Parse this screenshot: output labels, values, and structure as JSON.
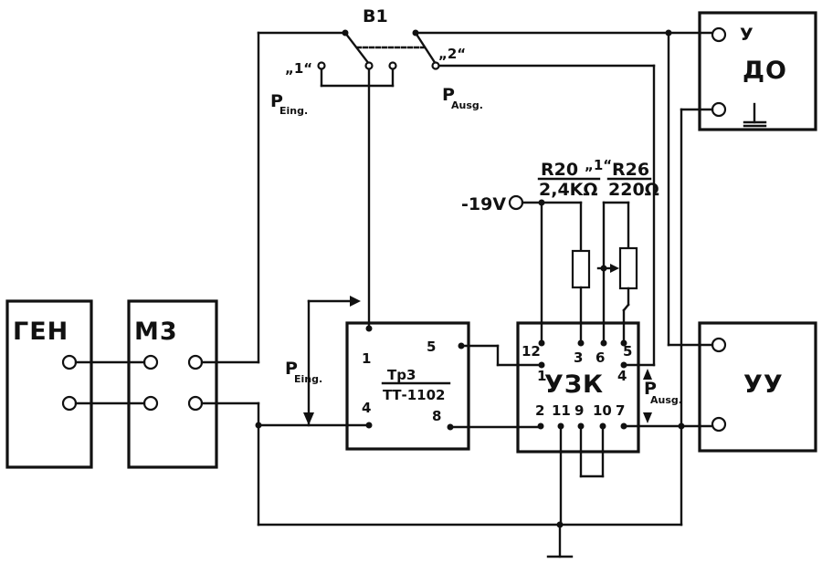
{
  "blocks": {
    "gen": "ГЕН",
    "m3": "М3",
    "tr3_title": "Тр3",
    "tr3_type": "ТТ-1102",
    "uzk": "УЗК",
    "do": "ДО",
    "do_input": "У",
    "uu": "УУ"
  },
  "switch": {
    "name": "В1",
    "pos1": "„1“",
    "pos2": "„2“"
  },
  "supply": "-19V",
  "resistors": {
    "r20_name": "R20",
    "r20_value": "2,4KΩ",
    "r26_name": "R26",
    "r26_value": "220Ω",
    "group_mark": "„1“"
  },
  "signals": {
    "p": "P",
    "eing": "Eing.",
    "ausg": "Ausg."
  },
  "tr3_pins": [
    "1",
    "4",
    "5",
    "8"
  ],
  "uzk_pins": {
    "top": [
      "12",
      "3",
      "6",
      "5"
    ],
    "side": [
      "1",
      "4"
    ],
    "bottom": [
      "2",
      "11",
      "9",
      "10",
      "7"
    ]
  }
}
